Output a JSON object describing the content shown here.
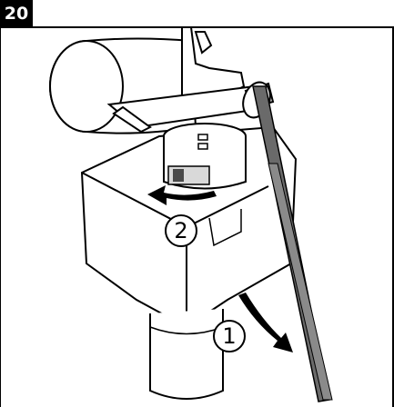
{
  "step": {
    "number": "20"
  },
  "callouts": [
    {
      "label": "2"
    },
    {
      "label": "1"
    }
  ],
  "colors": {
    "line": "#000000",
    "fill": "#ffffff",
    "shade": "#d9d9d9",
    "dark": "#4a4a4a"
  },
  "icons": [
    "rotate-arrow-icon",
    "pull-arrow-icon"
  ]
}
